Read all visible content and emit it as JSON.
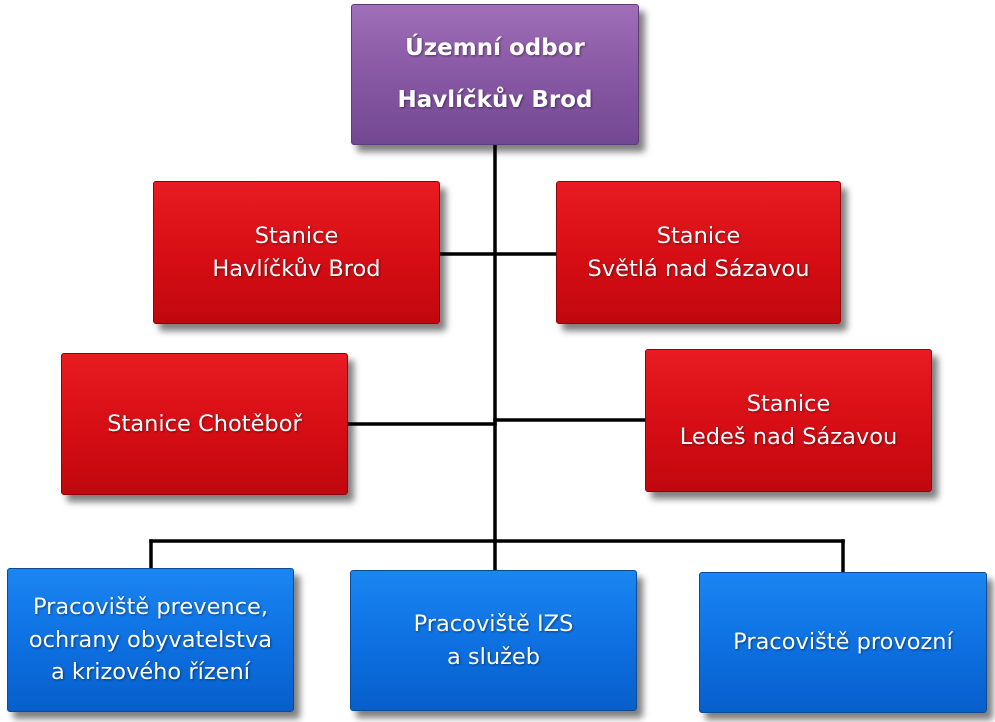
{
  "head": {
    "title_line1": "Územní odbor",
    "title_line2": "Havlíčkův Brod",
    "color": "#8a5aa6"
  },
  "stations": {
    "color": "#d60d14",
    "havlickuv_brod": {
      "line1": "Stanice",
      "line2": "Havlíčkův Brod"
    },
    "svetla": {
      "line1": "Stanice",
      "line2": "Světlá nad Sázavou"
    },
    "chotebor": {
      "line1": "Stanice Chotěboř"
    },
    "ledec": {
      "line1": "Stanice",
      "line2": "Ledeš nad Sázavou"
    }
  },
  "workplaces": {
    "color": "#0d6fe0",
    "prevention": {
      "line1": "Pracoviště prevence,",
      "line2": "ochrany obyvatelstva",
      "line3": "a krizového řízení"
    },
    "izs": {
      "line1": "Pracoviště IZS",
      "line2": "a služeb"
    },
    "operations": {
      "line1": "Pracoviště provozní"
    }
  }
}
